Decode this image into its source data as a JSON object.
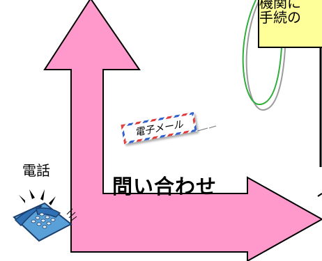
{
  "note": {
    "lines": [
      "機関に",
      "手続の"
    ],
    "background": "#ffff99"
  },
  "labels": {
    "email": "電子メール",
    "phone": "電話",
    "inquiry": "問い合わせ"
  },
  "colors": {
    "arrow_fill": "#ff99cc",
    "card_border": [
      "#e23a3a",
      "#2f5fd0"
    ],
    "phone_body": "#5aa0d8"
  },
  "icons": [
    "phone-icon",
    "email-card"
  ]
}
